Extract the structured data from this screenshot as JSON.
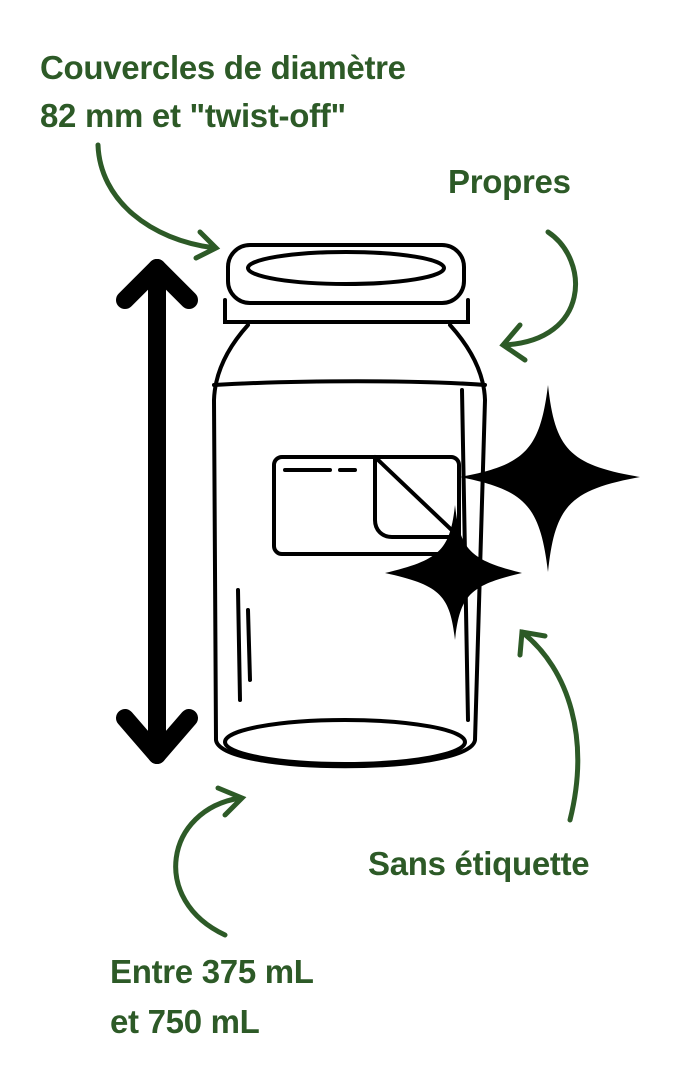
{
  "labels": {
    "lids_line1": "Couvercles de diamètre",
    "lids_line2": "82 mm et \"twist-off\"",
    "clean": "Propres",
    "no_label": "Sans étiquette",
    "volume_line1": "Entre 375 mL",
    "volume_line2": "et 750 mL"
  },
  "colors": {
    "accent": "#2d5a27",
    "ink": "#000000"
  }
}
